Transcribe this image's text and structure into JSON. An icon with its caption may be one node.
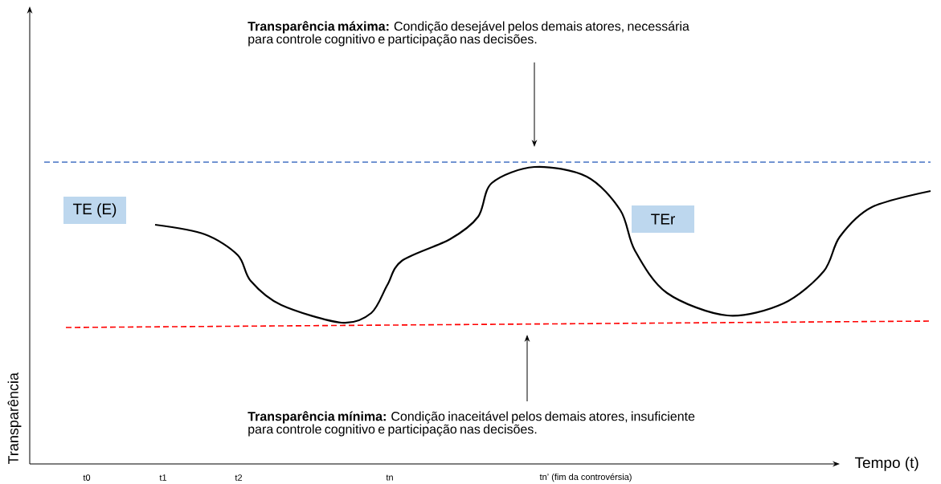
{
  "diagram": {
    "nodes": [
      {
        "text": [
          "**Transparência máxima:** Condição desejável pelos demais atores, necessária para controle cognitivo e  participação nas decisões."
        ]
      },
      {
        "text": [
          "TE (E)"
        ]
      },
      {
        "text": [
          "TEr"
        ]
      },
      {
        "text": [
          "**Transparência mínima:** Condição inaceitável pelos demais atores, insuficiente para controle cognitivo  e participação nas decisões."
        ]
      }
    ],
    "edges": [
      {
        "from": 0,
        "to": null,
        "arrow": "to"
      },
      {
        "from": 3,
        "to": null,
        "arrow": "to"
      }
    ],
    "labels": [
      "Transparência",
      "Tempo (t)",
      "t0",
      "t1",
      "t2",
      "tn",
      "tn’ (fim da controvérsia)"
    ]
  }
}
